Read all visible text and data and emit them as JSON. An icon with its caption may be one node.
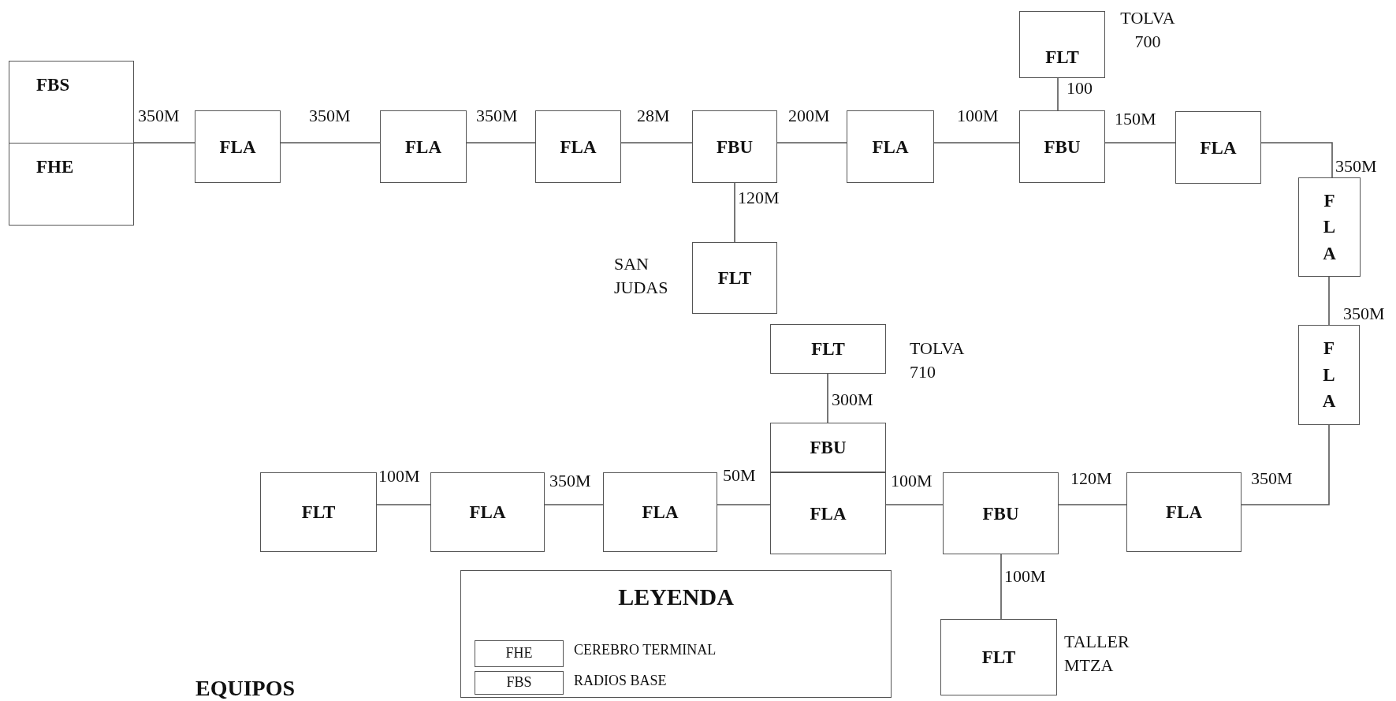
{
  "diagram": {
    "nodes": [
      {
        "text": [],
        "shape": "box"
      },
      {
        "text": [
          "FBS"
        ],
        "in": 0
      },
      {
        "text": [
          "FHE"
        ],
        "in": 0
      },
      {
        "text": [
          "FLA"
        ]
      },
      {
        "text": [
          "FLA"
        ]
      },
      {
        "text": [
          "FLA"
        ]
      },
      {
        "text": [
          "FBU"
        ]
      },
      {
        "text": [
          "FLA"
        ]
      },
      {
        "text": [
          "FLT"
        ],
        "beside": [
          "TOLVA 700"
        ]
      },
      {
        "text": [
          "FBU"
        ]
      },
      {
        "text": [
          "FLA"
        ]
      },
      {
        "text": [
          "FLA"
        ]
      },
      {
        "text": [
          "FLT"
        ],
        "beside": [
          "SAN JUDAS"
        ]
      },
      {
        "text": [
          "FLA"
        ]
      },
      {
        "text": [
          "FLT"
        ],
        "beside": [
          "TOLVA 710"
        ]
      },
      {
        "text": [
          "FBU"
        ]
      },
      {
        "text": [
          "FLT"
        ]
      },
      {
        "text": [
          "FLA"
        ]
      },
      {
        "text": [
          "FLA"
        ]
      },
      {
        "text": [
          "FLA"
        ]
      },
      {
        "text": [
          "FBU"
        ]
      },
      {
        "text": [
          "FLA"
        ]
      },
      {
        "text": [
          "FLT"
        ],
        "beside": [
          "TALLER MTZA"
        ]
      }
    ],
    "edges": [
      {
        "from": 0,
        "to": 3,
        "arrow": "none",
        "label": "350M"
      },
      {
        "from": 3,
        "to": 4,
        "arrow": "none",
        "label": "350M"
      },
      {
        "from": 4,
        "to": 5,
        "arrow": "none",
        "label": "350M"
      },
      {
        "from": 5,
        "to": 6,
        "arrow": "none",
        "label": "28M"
      },
      {
        "from": 6,
        "to": 7,
        "arrow": "none",
        "label": "200M"
      },
      {
        "from": 7,
        "to": 9,
        "arrow": "none",
        "label": "100M"
      },
      {
        "from": 8,
        "to": 9,
        "arrow": "none",
        "label": "100"
      },
      {
        "from": 9,
        "to": 10,
        "arrow": "none",
        "label": "150M"
      },
      {
        "from": 6,
        "to": 12,
        "arrow": "none",
        "label": "120M"
      },
      {
        "from": 10,
        "to": 11,
        "arrow": "none",
        "label": "350M"
      },
      {
        "from": 11,
        "to": 13,
        "arrow": "none",
        "label": "350M"
      },
      {
        "from": 13,
        "to": 21,
        "arrow": "none",
        "label": "350M"
      },
      {
        "from": 20,
        "to": 21,
        "arrow": "none",
        "label": "120M"
      },
      {
        "from": 19,
        "to": 20,
        "arrow": "none",
        "label": "100M"
      },
      {
        "from": 18,
        "to": 19,
        "arrow": "none",
        "label": "50M"
      },
      {
        "from": 17,
        "to": 18,
        "arrow": "none",
        "label": "350M"
      },
      {
        "from": 16,
        "to": 17,
        "arrow": "none",
        "label": "100M"
      },
      {
        "from": 14,
        "to": 15,
        "arrow": "none",
        "label": "300M"
      },
      {
        "from": 20,
        "to": 22,
        "arrow": "none",
        "label": "100M"
      }
    ],
    "labels": [
      "LEYENDA",
      "FHE",
      "FBS",
      "EQUIPOS"
    ],
    "legend": [
      {
        "text": "CEREBRO TERMINAL"
      },
      {
        "text": "RADIOS BASE"
      }
    ]
  }
}
